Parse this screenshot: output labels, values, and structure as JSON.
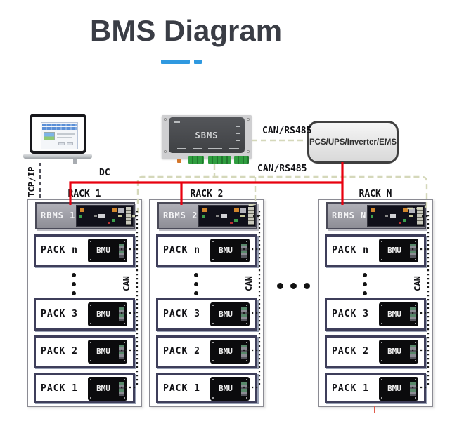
{
  "title": {
    "text": "BMS Diagram"
  },
  "monitor_pc": {
    "description": "monitoring-laptop"
  },
  "sbms": {
    "label": "SBMS"
  },
  "pcs": {
    "label": "PCS/UPS/Inverter/EMS"
  },
  "links": {
    "tcp_ip": "TCP/IP",
    "dc": "DC",
    "can_rs485_upper": "CAN/RS485",
    "can_rs485_lower": "CAN/RS485"
  },
  "racks": [
    {
      "name": "RACK 1",
      "rbms_label": "RBMS 1",
      "can_label": "CAN",
      "packs": [
        {
          "label": "PACK n",
          "bmu": "BMU"
        },
        {
          "label": "PACK 3",
          "bmu": "BMU"
        },
        {
          "label": "PACK 2",
          "bmu": "BMU"
        },
        {
          "label": "PACK 1",
          "bmu": "BMU"
        }
      ]
    },
    {
      "name": "RACK 2",
      "rbms_label": "RBMS 2",
      "can_label": "CAN",
      "packs": [
        {
          "label": "PACK n",
          "bmu": "BMU"
        },
        {
          "label": "PACK 3",
          "bmu": "BMU"
        },
        {
          "label": "PACK 2",
          "bmu": "BMU"
        },
        {
          "label": "PACK 1",
          "bmu": "BMU"
        }
      ]
    },
    {
      "name": "RACK N",
      "rbms_label": "RBMS N",
      "can_label": "CAN",
      "packs": [
        {
          "label": "PACK n",
          "bmu": "BMU"
        },
        {
          "label": "PACK 3",
          "bmu": "BMU"
        },
        {
          "label": "PACK 2",
          "bmu": "BMU"
        },
        {
          "label": "PACK 1",
          "bmu": "BMU"
        }
      ]
    }
  ],
  "colors": {
    "bus_red": "#e8000f",
    "can_dashed": "#d5d8ba",
    "accent_blue": "#2f99e0"
  }
}
